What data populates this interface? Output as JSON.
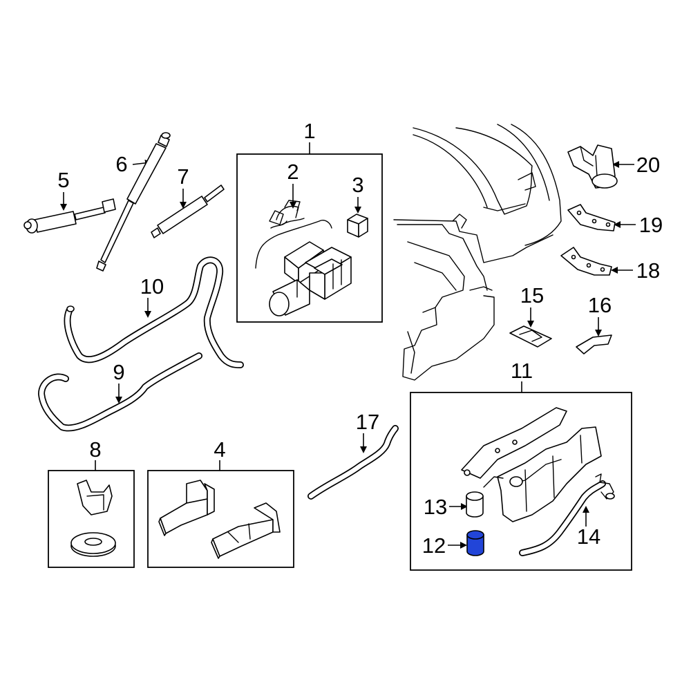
{
  "diagram": {
    "callouts": {
      "c1": "1",
      "c2": "2",
      "c3": "3",
      "c4": "4",
      "c5": "5",
      "c6": "6",
      "c7": "7",
      "c8": "8",
      "c9": "9",
      "c10": "10",
      "c11": "11",
      "c12": "12",
      "c13": "13",
      "c14": "14",
      "c15": "15",
      "c16": "16",
      "c17": "17",
      "c18": "18",
      "c19": "19",
      "c20": "20"
    },
    "highlight_color": "#2245d8",
    "highlighted_part": "12"
  }
}
